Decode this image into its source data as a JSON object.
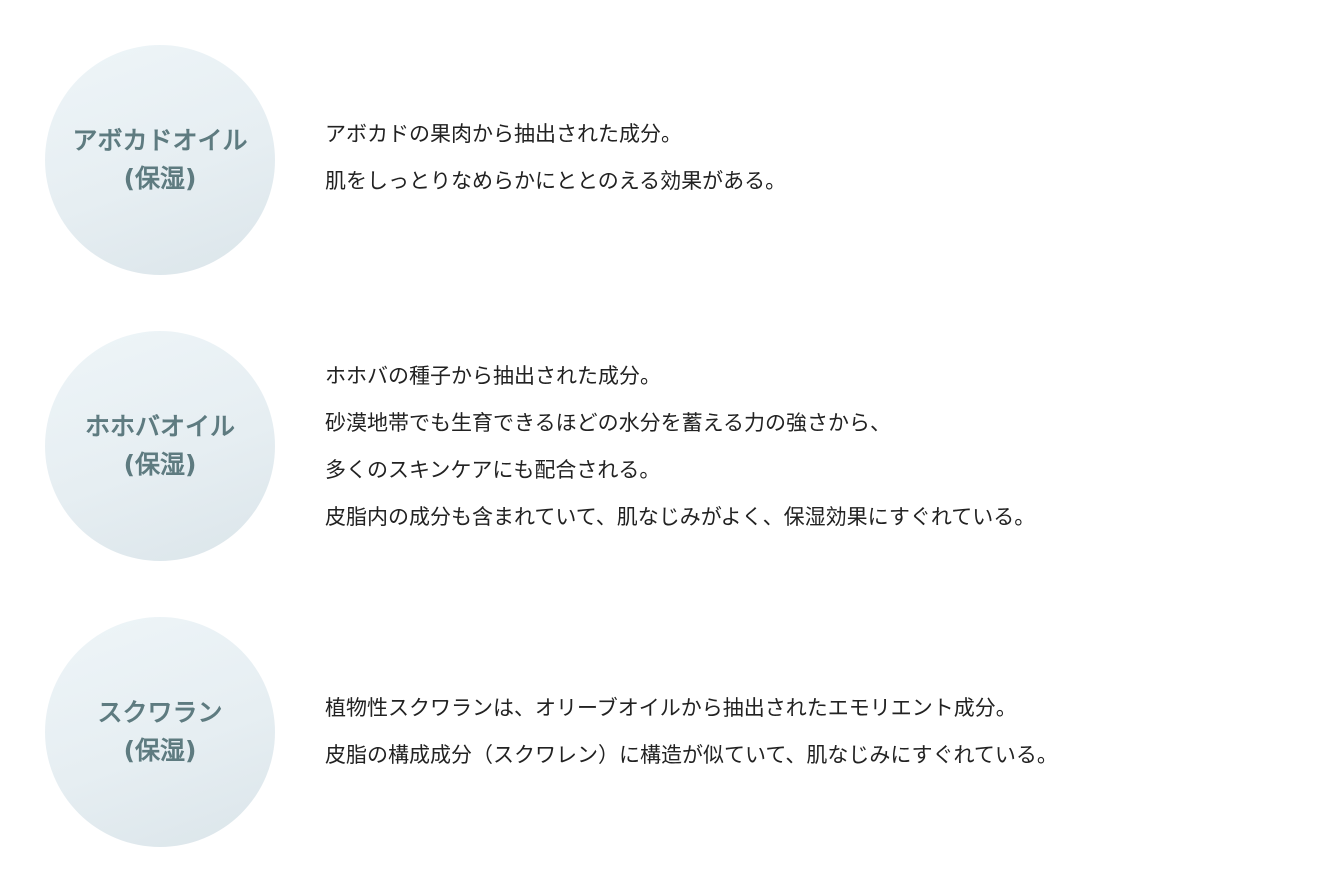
{
  "ingredients": [
    {
      "name": "アボカドオイル",
      "tag": "(保湿)",
      "lines": [
        "アボカドの果肉から抽出された成分。",
        "肌をしっとりなめらかにととのえる効果がある。"
      ]
    },
    {
      "name": "ホホバオイル",
      "tag": "(保湿)",
      "lines": [
        "ホホバの種子から抽出された成分。",
        "砂漠地帯でも生育できるほどの水分を蓄える力の強さから、",
        "多くのスキンケアにも配合される。",
        "皮脂内の成分も含まれていて、肌なじみがよく、保湿効果にすぐれている。"
      ]
    },
    {
      "name": "スクワラン",
      "tag": "(保湿)",
      "lines": [
        "植物性スクワランは、オリーブオイルから抽出されたエモリエント成分。",
        "皮脂の構成成分（スクワレン）に構造が似ていて、肌なじみにすぐれている。"
      ]
    }
  ]
}
